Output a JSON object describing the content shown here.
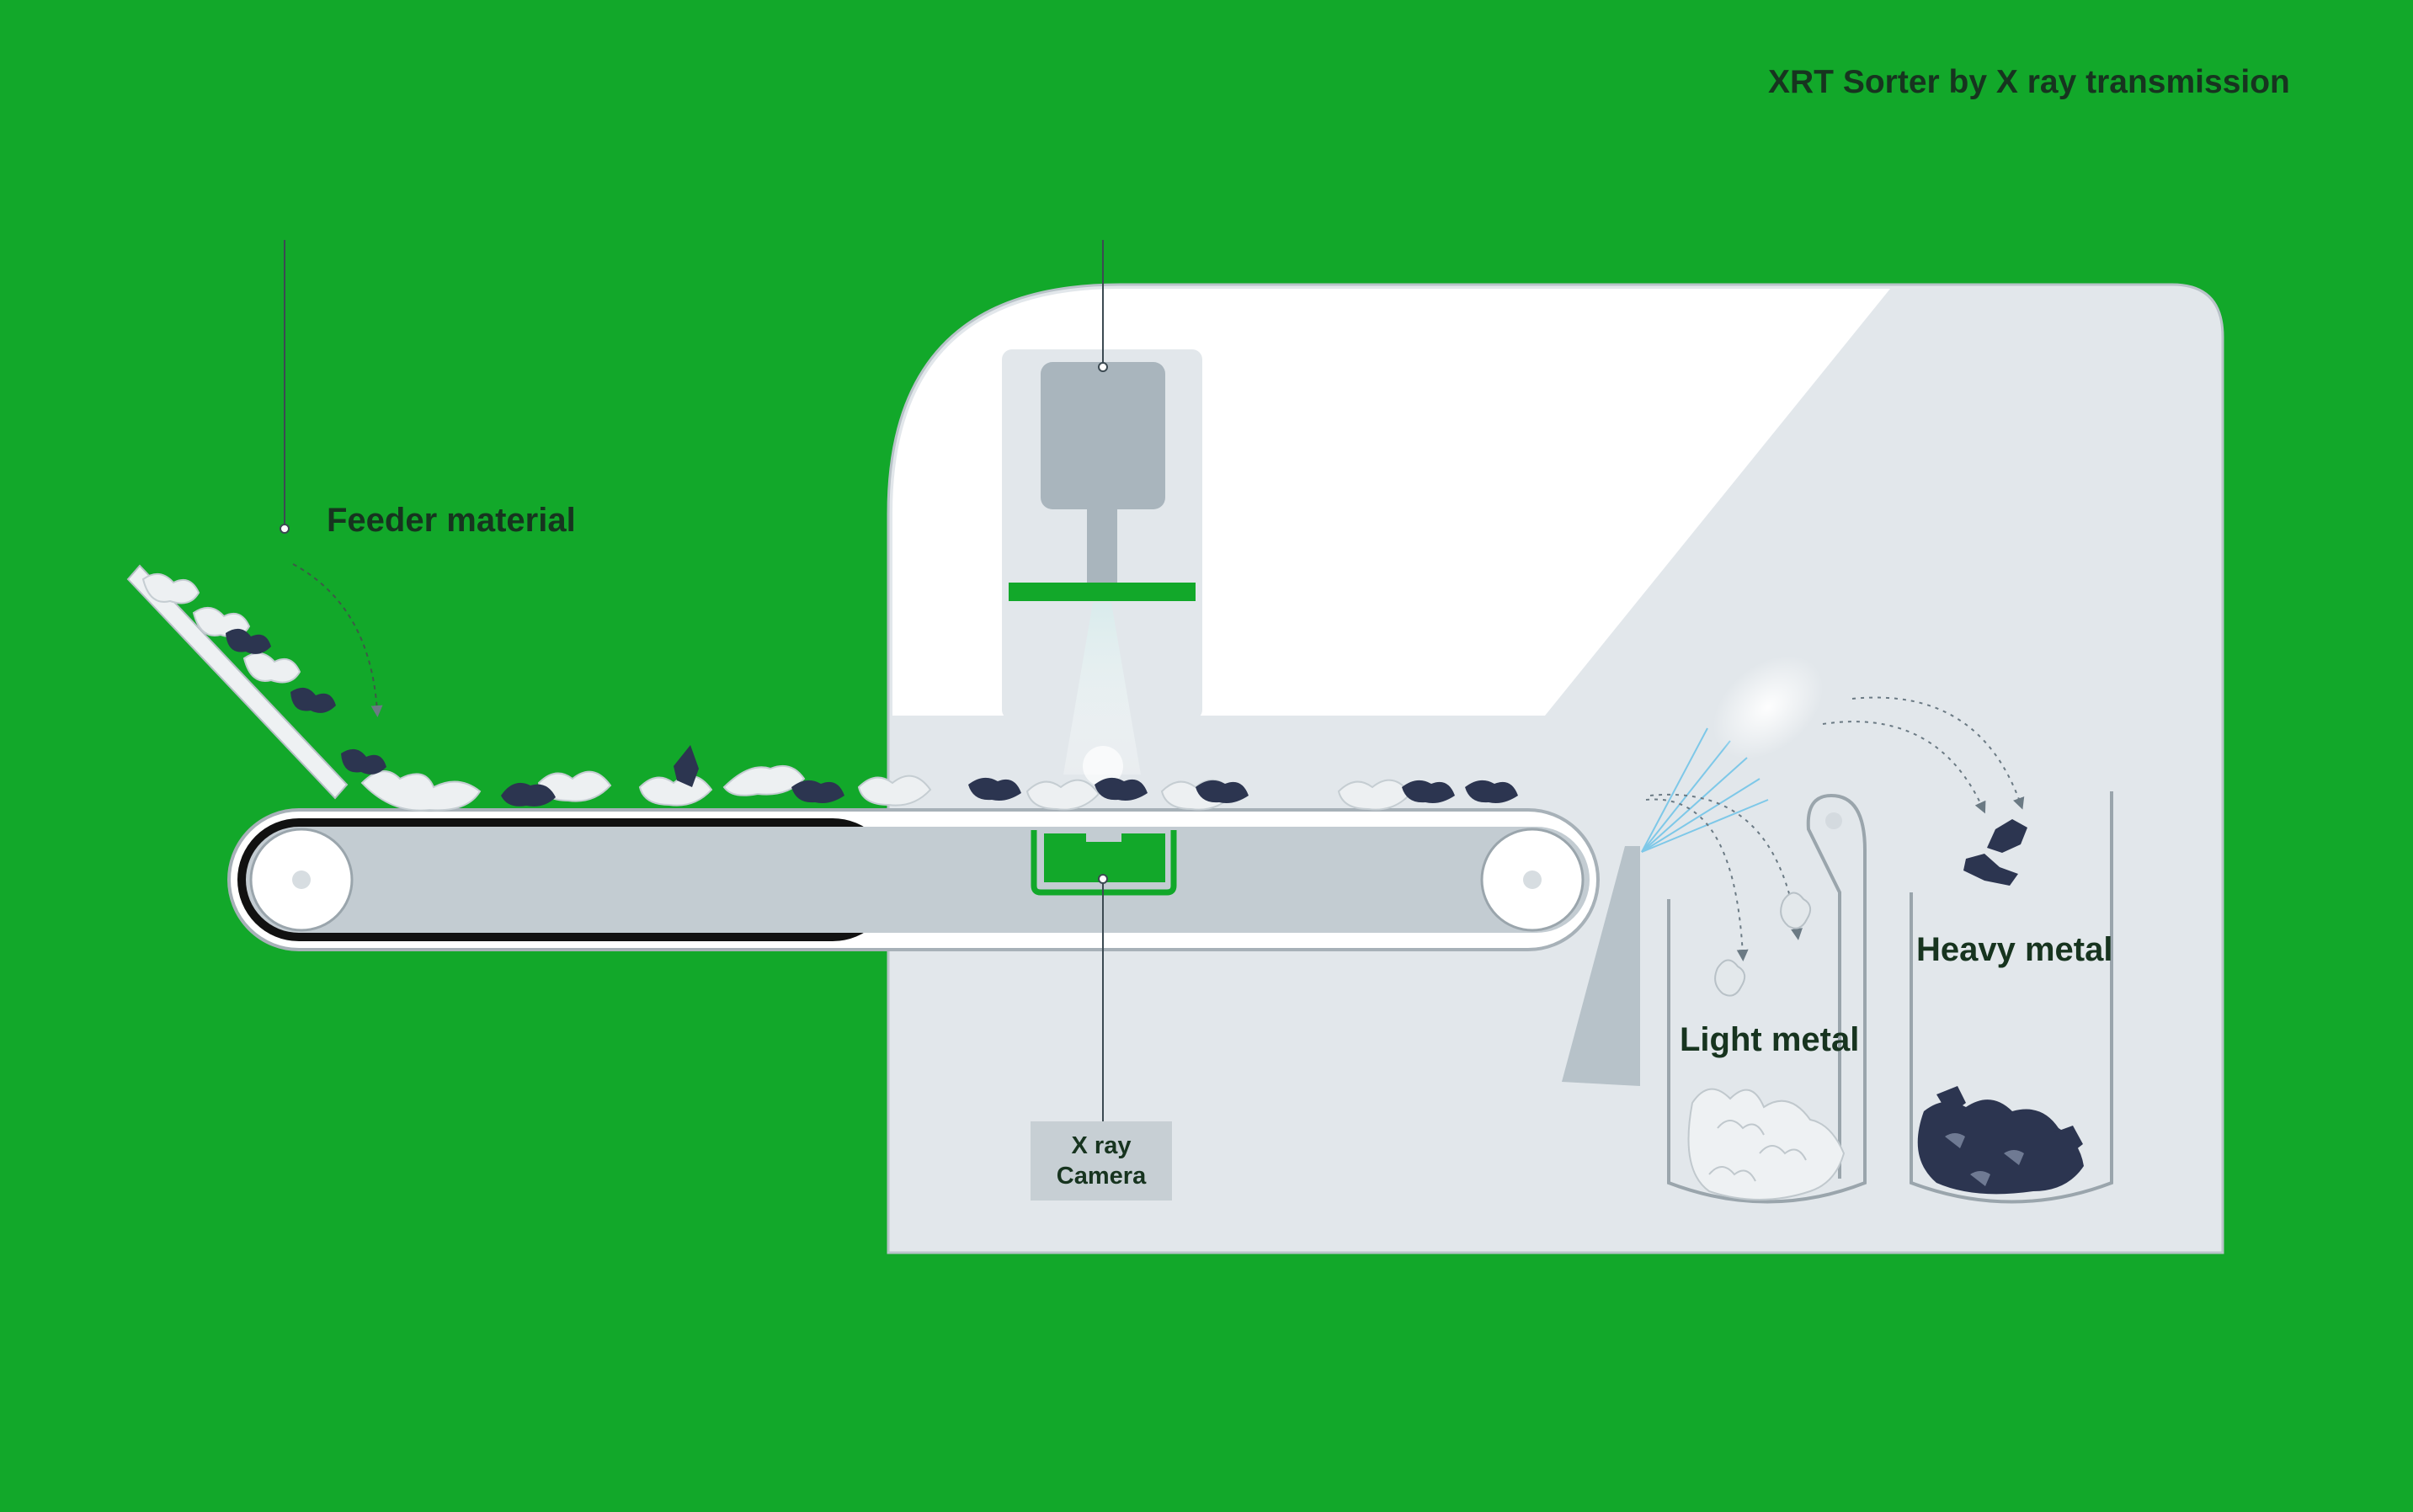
{
  "title": "XRT Sorter by X ray transmission",
  "labels": {
    "feeder": "Feeder material",
    "camera_line1": "X ray",
    "camera_line2": "Camera",
    "light_metal": "Light metal",
    "heavy_metal": "Heavy metal"
  },
  "colors": {
    "background": "#12a82a",
    "machine_body": "#e2e7eb",
    "belt": "#c3ccd2",
    "dark_fragment": "#2c3550",
    "light_fragment": "#e8ecef",
    "emitter": "#a9b5bd",
    "label_text": "#17341f"
  }
}
